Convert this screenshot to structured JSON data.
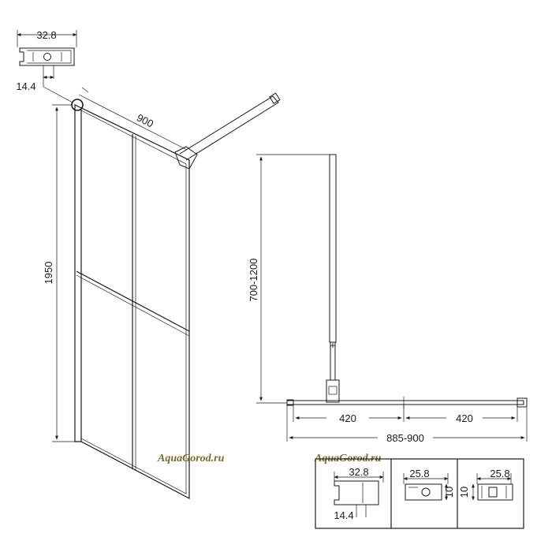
{
  "profile_top": {
    "width_label": "32.8",
    "depth_label": "14.4"
  },
  "front_view": {
    "panel_width_label": "900",
    "panel_height_label": "1950"
  },
  "plan_view": {
    "bar_length_label": "700-1200",
    "left_segment_label": "420",
    "right_segment_label": "420",
    "overall_width_label": "885-900"
  },
  "details": {
    "detail1": {
      "width_label": "32.8",
      "depth_label": "14.4"
    },
    "detail2": {
      "width_label": "25.8",
      "height_label": "10"
    },
    "detail3": {
      "width_label": "25.8",
      "height_label": "10"
    }
  },
  "watermark": {
    "text_left": "AquaGorod.ru",
    "text_right": "AquaGorod.ru",
    "color": "#7a6a2a"
  }
}
